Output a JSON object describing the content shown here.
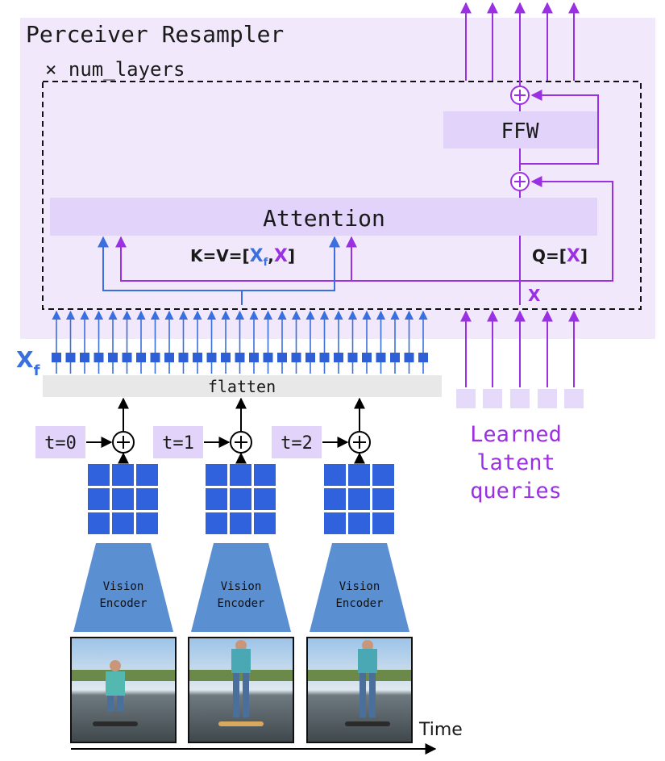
{
  "title": "Perceiver Resampler",
  "repeat_label": "× num_layers",
  "ffw_label": "FFW",
  "attention_label": "Attention",
  "kv": {
    "prefix": "K=V=[",
    "xf_main": "X",
    "xf_sub": "f",
    "comma": ",",
    "x": "X",
    "suffix": "]"
  },
  "q": {
    "prefix": "Q=[",
    "x": "X",
    "suffix": "]"
  },
  "x_label": "X",
  "xf_label": {
    "main": "X",
    "sub": "f"
  },
  "flatten_label": "flatten",
  "time_steps": [
    "t=0",
    "t=1",
    "t=2"
  ],
  "encoder_label": [
    "Vision",
    "Encoder"
  ],
  "latent_label": [
    "Learned",
    "latent",
    "queries"
  ],
  "time_label": "Time",
  "colors": {
    "panel": "#f1e8fc",
    "box": "#e2d3fa",
    "blue": "#3a6fe0",
    "blue_dark": "#2f5fd6",
    "purple": "#9b30e3",
    "purple_light": "#e6dafa",
    "encoder": "#5a8fd2",
    "flatten": "#e8e8e8"
  }
}
